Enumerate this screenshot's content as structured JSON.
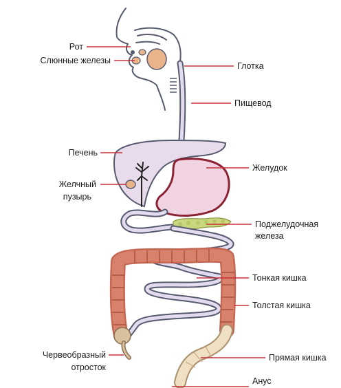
{
  "colors": {
    "outline": "#555a6e",
    "tube_fill": "#e3dcef",
    "liver": "#e8dcec",
    "stomach": "#f1d3e2",
    "stomach_rim": "#8a2231",
    "pharynx": "#e9b48a",
    "pancreas": "#c9d77e",
    "colon": "#d9826b",
    "colon_dark": "#c56752",
    "rectum": "#efe0c4",
    "appendix": "#d9c1a0",
    "leader": "#c8303a",
    "bile": "#222222"
  },
  "labels": {
    "mouth": "Рот",
    "salivary": "Слюнные железы",
    "pharynx": "Глотка",
    "esophagus": "Пищевод",
    "liver": "Печень",
    "stomach": "Желудок",
    "gallbladder_1": "Желчный",
    "gallbladder_2": "пузырь",
    "pancreas_1": "Поджелудочная",
    "pancreas_2": "железа",
    "small_intestine": "Тонкая кишка",
    "large_intestine": "Толстая кишка",
    "appendix_1": "Червеобразный",
    "appendix_2": "отросток",
    "rectum": "Прямая кишка",
    "anus": "Анус"
  }
}
